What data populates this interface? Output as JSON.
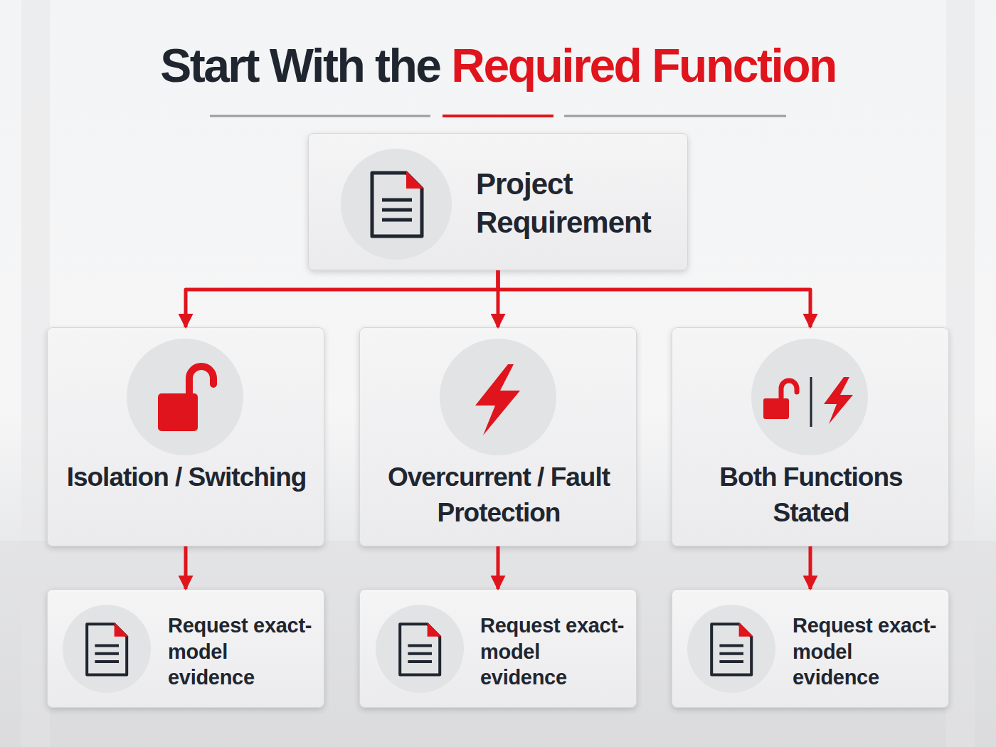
{
  "diagram": {
    "title": "Start With the Required Function",
    "nodes": [
      {
        "text": [
          "Project Requirement"
        ]
      },
      {
        "text": [
          "Isolation / Switching"
        ]
      },
      {
        "text": [
          "Overcurrent / Fault Protection"
        ]
      },
      {
        "text": [
          "Both Functions Stated"
        ]
      },
      {
        "text": [
          "Request exact-model evidence"
        ]
      },
      {
        "text": [
          "Request exact-model evidence"
        ]
      },
      {
        "text": [
          "Request exact-model evidence"
        ]
      }
    ],
    "edges": [
      {
        "from": 0,
        "to": 1,
        "arrow": "to"
      },
      {
        "from": 0,
        "to": 2,
        "arrow": "to"
      },
      {
        "from": 0,
        "to": 3,
        "arrow": "to"
      },
      {
        "from": 1,
        "to": 4,
        "arrow": "to"
      },
      {
        "from": 2,
        "to": 5,
        "arrow": "to"
      },
      {
        "from": 3,
        "to": 6,
        "arrow": "to"
      }
    ]
  }
}
